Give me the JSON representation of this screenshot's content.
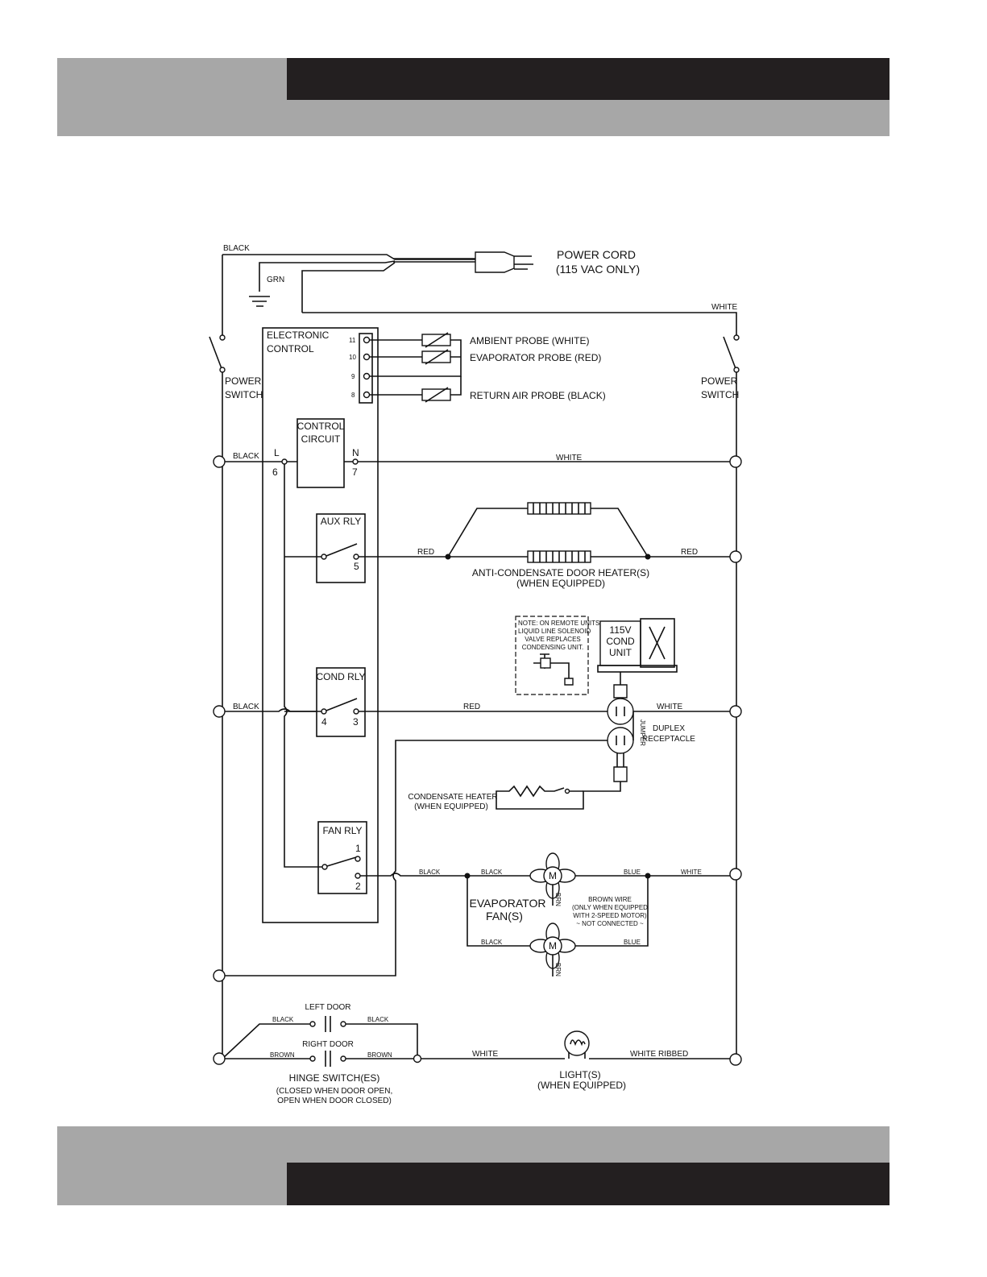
{
  "colors": {
    "band_light": "#a7a7a7",
    "band_dark": "#231f20",
    "line": "#111111"
  },
  "labels": {
    "power_cord": "POWER CORD",
    "power_cord_note": "(115 VAC ONLY)",
    "black": "BLACK",
    "grn": "GRN",
    "white": "WHITE",
    "white_ribbed": "WHITE RIBBED",
    "red": "RED",
    "blue": "BLUE",
    "brown": "BROWN",
    "brn": "BRN",
    "power_switch_1": "POWER",
    "power_switch_2": "SWITCH",
    "electronic_control_1": "ELECTRONIC",
    "electronic_control_2": "CONTROL",
    "ambient_probe": "AMBIENT PROBE (WHITE)",
    "evaporator_probe": "EVAPORATOR PROBE (RED)",
    "return_air_probe": "RETURN AIR PROBE (BLACK)",
    "terminal_11": "11",
    "terminal_10": "10",
    "terminal_9": "9",
    "terminal_8": "8",
    "control_circuit_1": "CONTROL",
    "control_circuit_2": "CIRCUIT",
    "terminal_L": "L",
    "terminal_N": "N",
    "terminal_6": "6",
    "terminal_7": "7",
    "aux_rly": "AUX RLY",
    "terminal_5": "5",
    "door_heater": "ANTI-CONDENSATE DOOR HEATER(S)",
    "when_equipped": "(WHEN EQUIPPED)",
    "note_1": "NOTE: ON REMOTE UNITS,",
    "note_2": "LIQUID LINE SOLENOID",
    "note_3": "VALVE REPLACES",
    "note_4": "CONDENSING UNIT.",
    "cond_unit_1": "115V",
    "cond_unit_2": "COND",
    "cond_unit_3": "UNIT",
    "cond_rly": "COND RLY",
    "terminal_4": "4",
    "terminal_3": "3",
    "jumper": "JUMPER",
    "duplex_1": "DUPLEX",
    "duplex_2": "RECEPTACLE",
    "condensate_heater": "CONDENSATE HEATER",
    "fan_rly": "FAN RLY",
    "terminal_1": "1",
    "terminal_2": "2",
    "evap_fan_1": "EVAPORATOR",
    "evap_fan_2": "FAN(S)",
    "motor": "M",
    "brown_wire_1": "BROWN WIRE",
    "brown_wire_2": "(ONLY WHEN EQUIPPED",
    "brown_wire_3": "WITH 2-SPEED MOTOR)",
    "brown_wire_4": "~ NOT CONNECTED ~",
    "left_door": "LEFT DOOR",
    "right_door": "RIGHT DOOR",
    "hinge_switch": "HINGE SWITCH(ES)",
    "hinge_note_1": "(CLOSED WHEN DOOR OPEN,",
    "hinge_note_2": "OPEN WHEN DOOR CLOSED)",
    "lights_1": "LIGHT(S)",
    "lights_2": "(WHEN EQUIPPED)"
  }
}
